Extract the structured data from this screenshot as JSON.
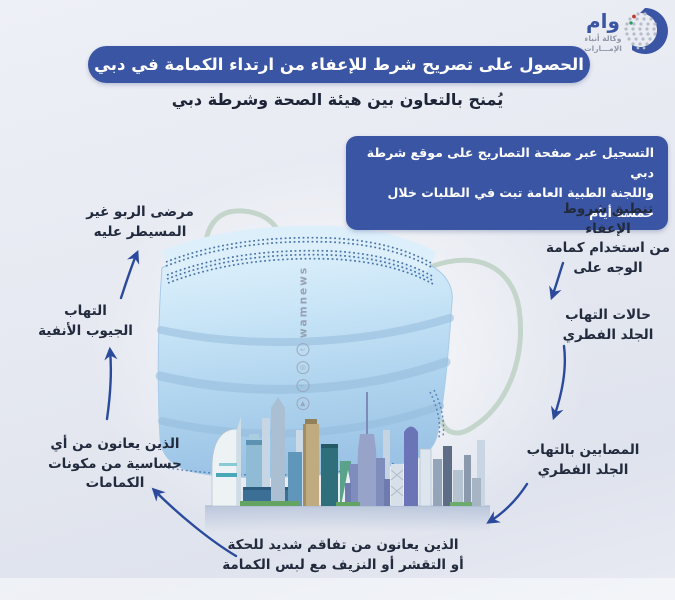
{
  "logo": {
    "acronym": "وام",
    "agency_line1": "وكالة أنباء",
    "agency_line2": "الإمـــارات"
  },
  "header": {
    "title": "الحصول على تصريح شرط للإعفاء من ارتداء الكمامة في دبي",
    "subtitle": "يُمنح بالتعاون بين هيئة الصحة وشرطة دبي"
  },
  "note": {
    "text": "التسجيل عبر صفحة التصاريح على موقع شرطة دبي\nواللجنة الطبية العامة تبت في الطلبات خلال خمسة أيام"
  },
  "diagram": {
    "intro_label": "تنطبق شروط الإعفاء\nمن استخدام كمامة\nالوجه على",
    "conditions": [
      {
        "id": "fungal-skin-cases",
        "text": "حالات التهاب\nالجلد الفطري"
      },
      {
        "id": "fungal-skin-patients",
        "text": "المصابين بالتهاب\nالجلد الفطري"
      },
      {
        "id": "severe-itching",
        "text": "الذين يعانون من تفاقم شديد للحكة\nأو التقشر أو النزيف مع لبس الكمامة"
      },
      {
        "id": "mask-allergy",
        "text": "الذين يعانون من أي\nحساسية من مكونات\nالكمامات"
      },
      {
        "id": "sinusitis",
        "text": "التهاب\nالجيوب الأنفية"
      },
      {
        "id": "asthma",
        "text": "مرضى الربو غير\nالمسيطر عليه"
      }
    ]
  },
  "watermark": {
    "handle": "wamnews",
    "icon_glyphs": [
      "▶",
      "f",
      "◎",
      "t"
    ]
  },
  "colors": {
    "primary_blue": "#3a55a4",
    "arrow_blue": "#2b4a9c",
    "text_dark": "#222a3d",
    "mask_blue": "#bcdcf2",
    "background": "#e7eaf2"
  }
}
